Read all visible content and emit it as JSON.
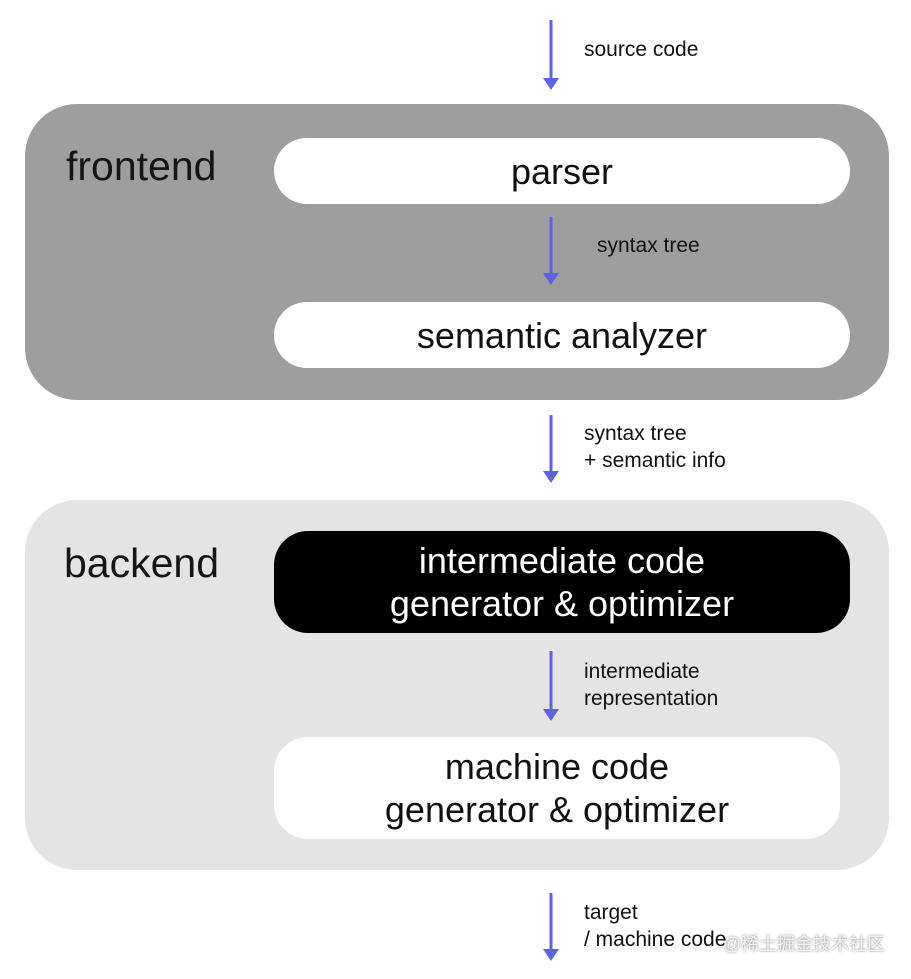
{
  "diagram": {
    "panels": {
      "frontend": {
        "title": "frontend"
      },
      "backend": {
        "title": "backend"
      }
    },
    "boxes": {
      "parser": [
        "parser"
      ],
      "semantic_analyzer": [
        "semantic analyzer"
      ],
      "intermediate_code_generator": [
        "intermediate code",
        "generator & optimizer"
      ],
      "machine_code_generator": [
        "machine code",
        "generator & optimizer"
      ]
    },
    "arrow_labels": {
      "source_code": [
        "source code"
      ],
      "syntax_tree": [
        "syntax tree"
      ],
      "syntax_tree_semantic": [
        "syntax tree",
        "+ semantic info"
      ],
      "intermediate_representation": [
        "intermediate",
        "representation"
      ],
      "target_machine_code": [
        "target",
        "/ machine code"
      ]
    },
    "watermark": "@稀土掘金技术社区"
  },
  "colors": {
    "arrow": "#5b63e6",
    "frontend_panel": "#9e9e9e",
    "backend_panel": "#e4e4e4",
    "box_light": "#ffffff",
    "box_dark": "#000000"
  }
}
